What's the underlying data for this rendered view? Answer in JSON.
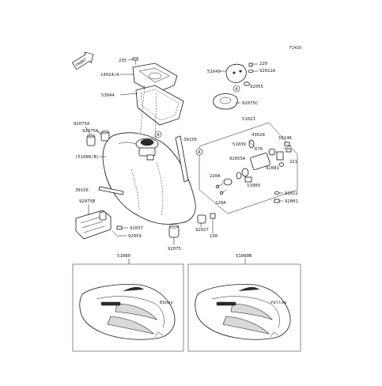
{
  "diagram": {
    "code": "F2410",
    "front_mark": "FRONT",
    "callout_letter": "A",
    "parts": {
      "p235": "235",
      "p14024A": "14024/A",
      "p53044": "53044",
      "p92075A_1": "92075A",
      "p92075A_2": "92075A",
      "p51080B_paren": "(51080/B)",
      "p39156_left": "39156",
      "p92075B": "92075B",
      "p92037": "92037",
      "p92059": "92059",
      "p92075": "92075",
      "p92027": "92027",
      "p130": "130",
      "p39156_right": "39156",
      "p51049": "51049",
      "p220": "220",
      "p92022A": "92022A",
      "p92055": "92055",
      "p92075C": "92075C",
      "p51023": "51023",
      "p43028": "43028",
      "p16146": "16146",
      "p51039": "51039",
      "p670": "670",
      "p92055A": "92055A",
      "p92081": "92081",
      "p221": "221",
      "p220A_1": "220A",
      "p220A_2": "220A",
      "p11009": "11009",
      "p92022": "92022",
      "p92001": "92001"
    },
    "variants": [
      {
        "part": "51080",
        "color": "Ebony"
      },
      {
        "part": "51080B",
        "color": "Yellow"
      }
    ]
  }
}
